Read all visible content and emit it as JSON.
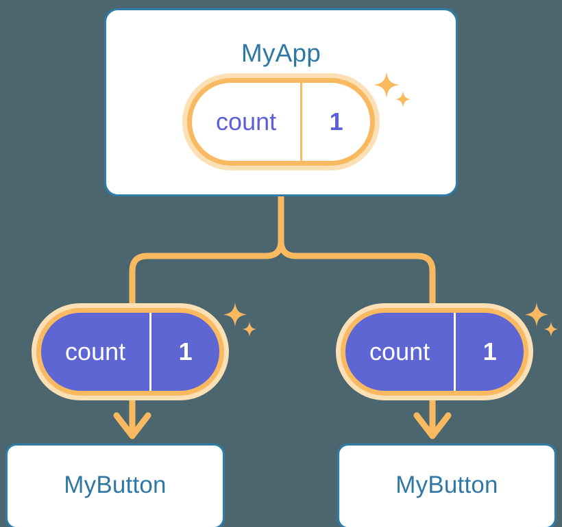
{
  "diagram": {
    "title_semantic": "react-state-propagation-tree",
    "background_color": "#4c6670"
  },
  "colors": {
    "background": "#4c6670",
    "card_border": "#2e7ca8",
    "card_fill": "#ffffff",
    "card_text": "#2f78a6",
    "accent_orange": "#f8b960",
    "accent_orange_glow": "#fbe0b5",
    "state_purple": "#5e66d4",
    "state_text_purple": "#5b5fd8",
    "state_text_light": "#ffffff"
  },
  "app_card": {
    "title": "MyApp",
    "state_pill": {
      "name": "count",
      "value": "1",
      "variant": "light"
    }
  },
  "children": [
    {
      "state_pill": {
        "name": "count",
        "value": "1",
        "variant": "dark"
      },
      "card": {
        "title": "MyButton"
      }
    },
    {
      "state_pill": {
        "name": "count",
        "value": "1",
        "variant": "dark"
      },
      "card": {
        "title": "MyButton"
      }
    }
  ]
}
